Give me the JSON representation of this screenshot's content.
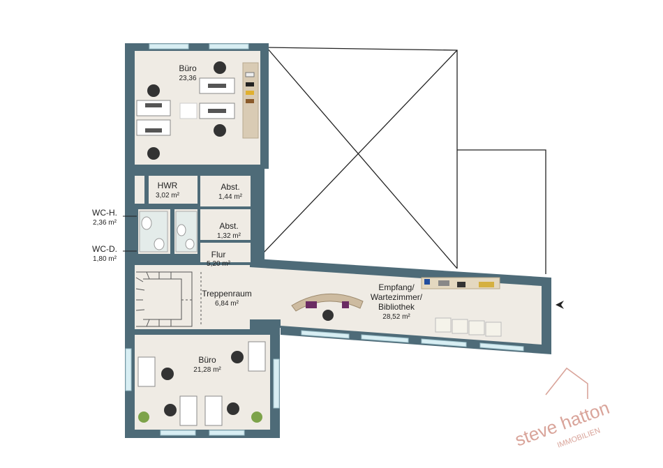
{
  "rooms": [
    {
      "id": "buero-top",
      "name": "Büro",
      "area": "23,36"
    },
    {
      "id": "hwr",
      "name": "HWR",
      "area": "3,02 m²"
    },
    {
      "id": "abst1",
      "name": "Abst.",
      "area": "1,44 m²"
    },
    {
      "id": "abst2",
      "name": "Abst.",
      "area": "1,32 m²"
    },
    {
      "id": "wc-h",
      "name": "WC-H.",
      "area": "2,36 m²"
    },
    {
      "id": "wc-d",
      "name": "WC-D.",
      "area": "1,80 m²"
    },
    {
      "id": "flur",
      "name": "Flur",
      "area": "5,20 m²"
    },
    {
      "id": "treppenraum",
      "name": "Treppenraum",
      "area": "6,84 m²"
    },
    {
      "id": "empfang",
      "name": "Empfang/\nWartezimmer/\nBibliothek",
      "name_lines": [
        "Empfang/",
        "Wartezimmer/",
        "Bibliothek"
      ],
      "area": "28,52 m²"
    },
    {
      "id": "buero-bottom",
      "name": "Büro",
      "area": "21,28 m²"
    }
  ],
  "logo": {
    "brand": "steve hatton",
    "sub": "IMMOBILIEN"
  },
  "colors": {
    "wall": "#4e6b78",
    "floor": "#efebe4",
    "logo": "#d9a49a"
  },
  "icons": [
    "entrance-arrow-icon",
    "house-roof-logo-icon"
  ]
}
